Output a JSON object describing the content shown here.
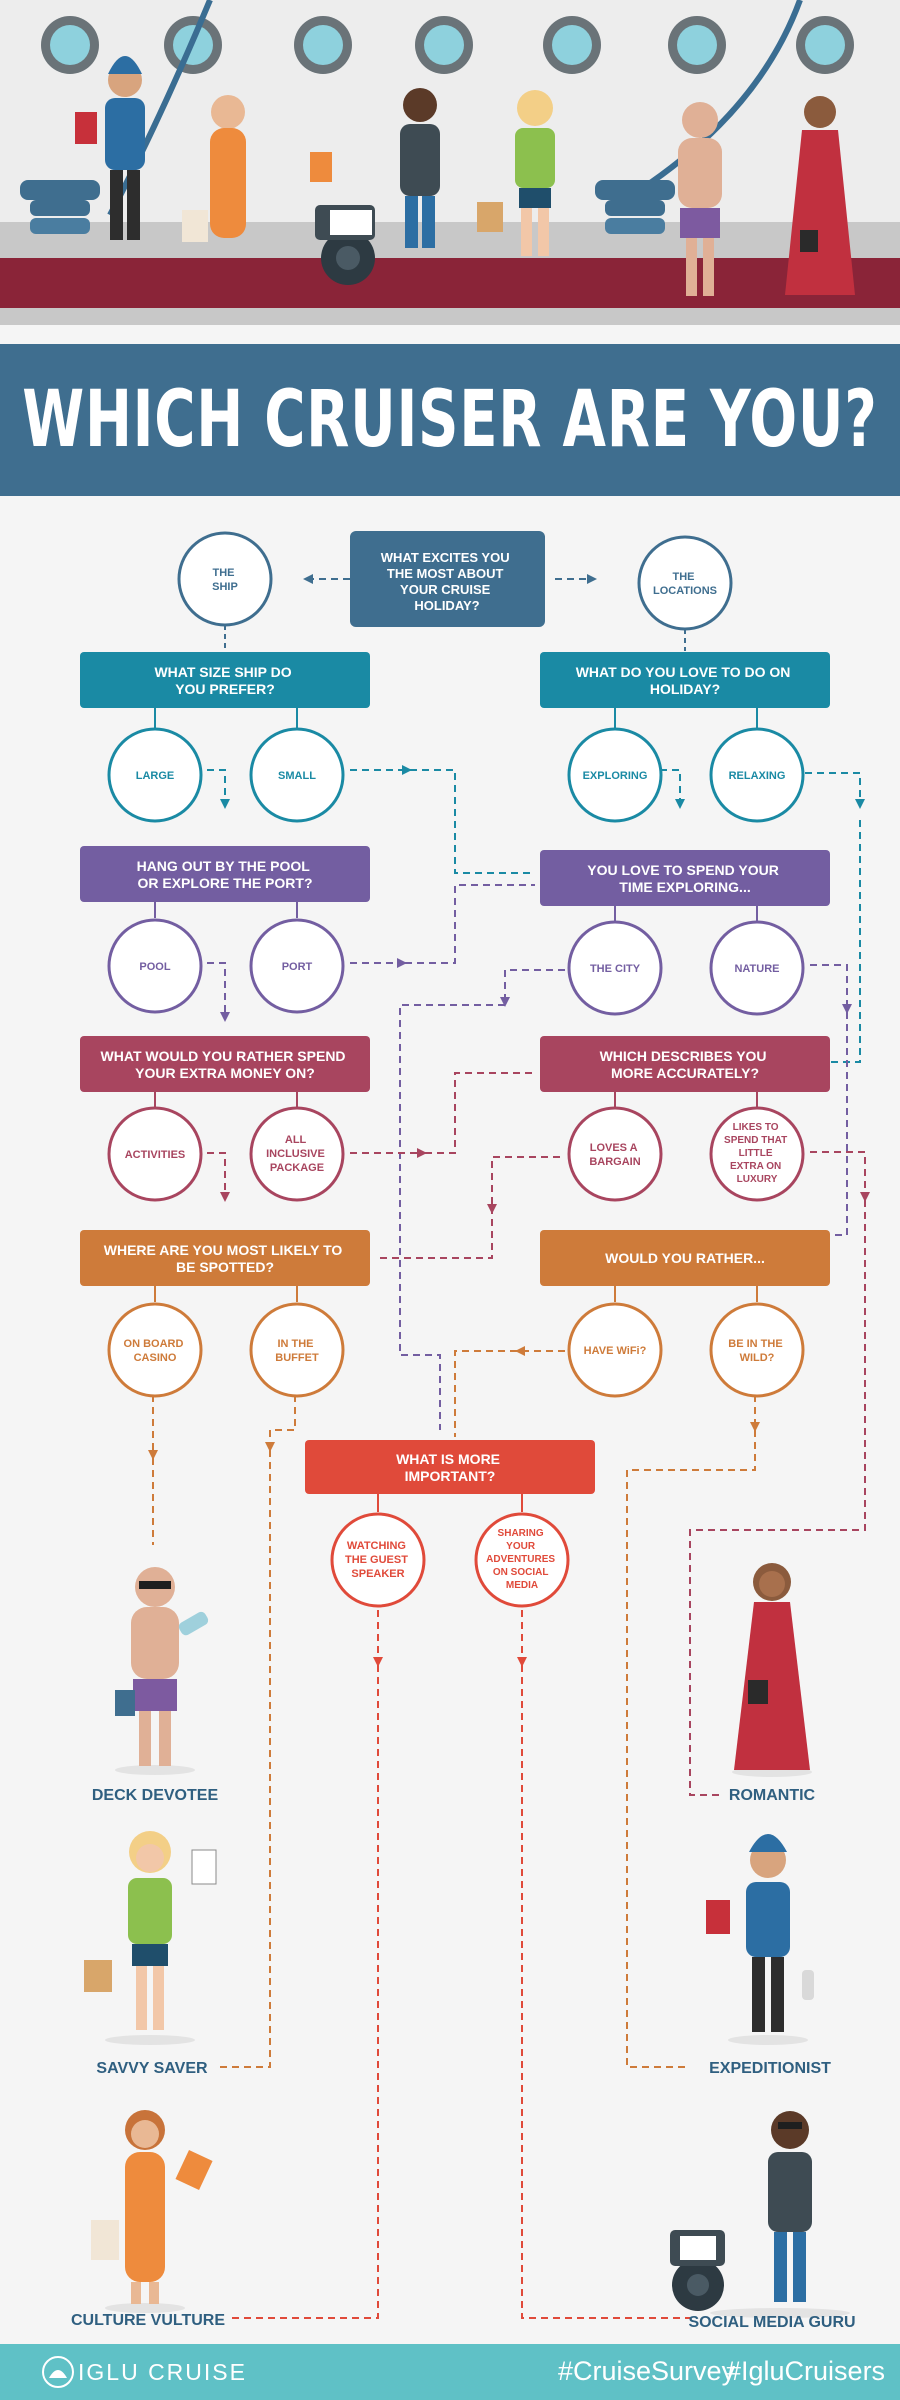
{
  "title": "WHICH CRUISER ARE YOU?",
  "colors": {
    "slate": "#3f6e8f",
    "teal": "#1a8aa4",
    "purple": "#735ea1",
    "maroon": "#a8455f",
    "orange": "#ce7b3a",
    "red": "#e04a3a",
    "footer": "#5fc1c6"
  },
  "flowchart": {
    "start": {
      "question": [
        "WHAT EXCITES YOU",
        "THE MOST ABOUT",
        "YOUR CRUISE",
        "HOLIDAY?"
      ]
    },
    "level1": {
      "options": [
        [
          "THE",
          "SHIP"
        ],
        [
          "THE",
          "LOCATIONS"
        ]
      ]
    },
    "q_ship_size": {
      "question": [
        "WHAT SIZE SHIP DO",
        "YOU PREFER?"
      ],
      "options": [
        [
          "LARGE"
        ],
        [
          "SMALL"
        ]
      ]
    },
    "q_love_to_do": {
      "question": [
        "WHAT DO YOU LOVE TO DO ON",
        "HOLIDAY?"
      ],
      "options": [
        [
          "EXPLORING"
        ],
        [
          "RELAXING"
        ]
      ]
    },
    "q_pool_port": {
      "question": [
        "HANG OUT BY THE POOL",
        "OR EXPLORE THE PORT?"
      ],
      "options": [
        [
          "POOL"
        ],
        [
          "PORT"
        ]
      ]
    },
    "q_exploring": {
      "question": [
        "YOU LOVE TO SPEND YOUR",
        "TIME EXPLORING..."
      ],
      "options": [
        [
          "THE CITY"
        ],
        [
          "NATURE"
        ]
      ]
    },
    "q_extra_money": {
      "question": [
        "WHAT WOULD YOU RATHER SPEND",
        "YOUR EXTRA MONEY ON?"
      ],
      "options": [
        [
          "ACTIVITIES"
        ],
        [
          "ALL",
          "INCLUSIVE",
          "PACKAGE"
        ]
      ]
    },
    "q_describes": {
      "question": [
        "WHICH DESCRIBES YOU",
        "MORE ACCURATELY?"
      ],
      "options": [
        [
          "LOVES A",
          "BARGAIN"
        ],
        [
          "LIKES TO",
          "SPEND THAT",
          "LITTLE",
          "EXTRA ON",
          "LUXURY"
        ]
      ]
    },
    "q_spotted": {
      "question": [
        "WHERE ARE YOU MOST LIKELY TO",
        "BE SPOTTED?"
      ],
      "options": [
        [
          "ON BOARD",
          "CASINO"
        ],
        [
          "IN THE",
          "BUFFET"
        ]
      ]
    },
    "q_rather": {
      "question": [
        "WOULD YOU RATHER..."
      ],
      "options": [
        [
          "HAVE WiFi?"
        ],
        [
          "BE IN THE",
          "WILD?"
        ]
      ]
    },
    "q_important": {
      "question": [
        "WHAT IS MORE",
        "IMPORTANT?"
      ],
      "options": [
        [
          "WATCHING",
          "THE GUEST",
          "SPEAKER"
        ],
        [
          "SHARING",
          "YOUR",
          "ADVENTURES",
          "ON SOCIAL",
          "MEDIA"
        ]
      ]
    }
  },
  "results": [
    "DECK DEVOTEE",
    "SAVVY SAVER",
    "CULTURE VULTURE",
    "ROMANTIC",
    "EXPEDITIONIST",
    "SOCIAL MEDIA GURU"
  ],
  "footer": {
    "brand": "IGLU CRUISE",
    "hashtag1": "#CruiseSurvey",
    "hashtag2": "#IgluCruisers"
  }
}
